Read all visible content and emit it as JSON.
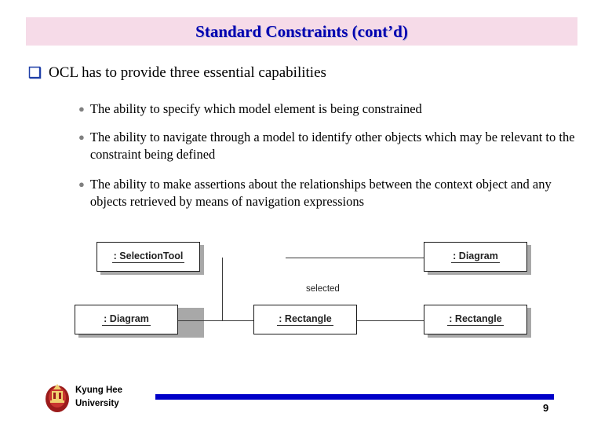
{
  "slide": {
    "title": "Standard Constraints (cont’d)",
    "bullet_main": {
      "marker": "❑",
      "text": "OCL has to provide three essential capabilities"
    },
    "sub_bullets": [
      {
        "marker": "●",
        "text": "The ability to specify which model element is being constrained"
      },
      {
        "marker": "●",
        "text": "The ability to navigate through a model to identify other objects which may be relevant to the constraint being defined"
      },
      {
        "marker": "●",
        "text": "The ability to make assertions about the relationships between the context object and any objects retrieved by means of navigation expressions"
      }
    ],
    "diagram": {
      "objects": [
        {
          "label": ": SelectionTool"
        },
        {
          "label": ": Diagram"
        },
        {
          "label": ": Diagram"
        },
        {
          "label": ": Rectangle"
        },
        {
          "label": ": Rectangle"
        }
      ],
      "link_label": "selected"
    },
    "footer": {
      "org_line1": "Kyung Hee",
      "org_line2": "University",
      "page_number": "9"
    },
    "colors": {
      "title_band": "#f6dbe8",
      "title_text": "#0000b0",
      "rule": "#0000c8",
      "marker": "#1f3fa8"
    }
  }
}
